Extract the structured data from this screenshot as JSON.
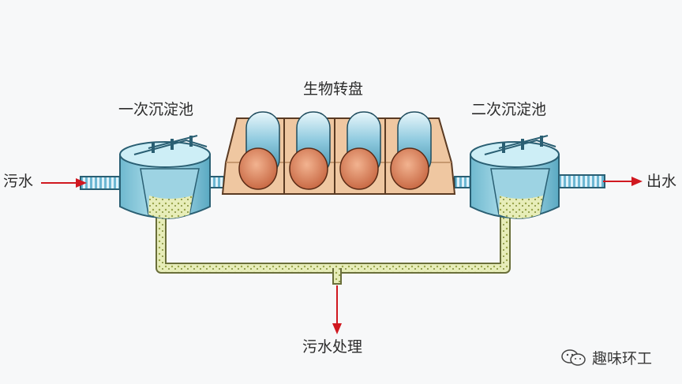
{
  "labels": {
    "primary_tank": "一次沉淀池",
    "rotating_disc": "生物转盘",
    "secondary_tank": "二次沉淀池",
    "influent": "污水",
    "effluent": "出水",
    "sludge_treatment": "污水处理"
  },
  "watermark": {
    "text": "趣味环工",
    "icon": "wechat-icon"
  },
  "colors": {
    "water": "#9fd6e6",
    "tank_edge": "#2a5f73",
    "disc_tank": "#efc7a1",
    "drum_face": "#d9825c",
    "sludge": "#dfe6a8",
    "arrow": "#d01820"
  }
}
